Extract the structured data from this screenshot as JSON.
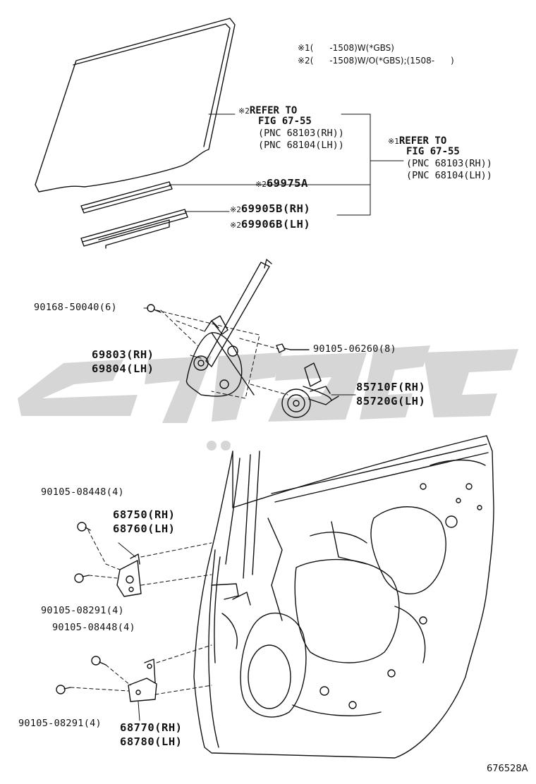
{
  "legend": {
    "note1": "※1(      -1508)W(*GBS)",
    "note2": "※2(      -1508)W/O(*GBS);(1508-      )"
  },
  "callouts": {
    "ref2": {
      "mark": "※2",
      "line1": "REFER TO",
      "line2": "FIG 67-55",
      "line3": "(PNC 68103(RH))",
      "line4": "(PNC 68104(LH))"
    },
    "ref1": {
      "mark": "※1",
      "line1": "REFER TO",
      "line2": "FIG 67-55",
      "line3": "(PNC 68103(RH))",
      "line4": "(PNC 68104(LH))"
    },
    "p69975": {
      "mark": "※2",
      "code": "69975A"
    },
    "p69905": {
      "mark": "※2",
      "code": "69905B(RH)"
    },
    "p69906": {
      "mark": "※2",
      "code": "69906B(LH)"
    }
  },
  "parts": {
    "bolt_top": "90168-50040(6)",
    "regulator_rh": "69803(RH)",
    "regulator_lh": "69804(LH)",
    "bolt_motor": "90105-06260(8)",
    "motor_rh": "85710F(RH)",
    "motor_lh": "85720G(LH)",
    "bolt_upper_hinge_a": "90105-08448(4)",
    "upper_hinge_rh": "68750(RH)",
    "upper_hinge_lh": "68760(LH)",
    "bolt_upper_hinge_b": "90105-08291(4)",
    "bolt_lower_hinge_a": "90105-08448(4)",
    "bolt_lower_hinge_b": "90105-08291(4)",
    "lower_hinge_rh": "68770(RH)",
    "lower_hinge_lh": "68780(LH)"
  },
  "figure_id": "676528A",
  "colors": {
    "line": "#111111",
    "watermark": "#d4d4d4"
  }
}
